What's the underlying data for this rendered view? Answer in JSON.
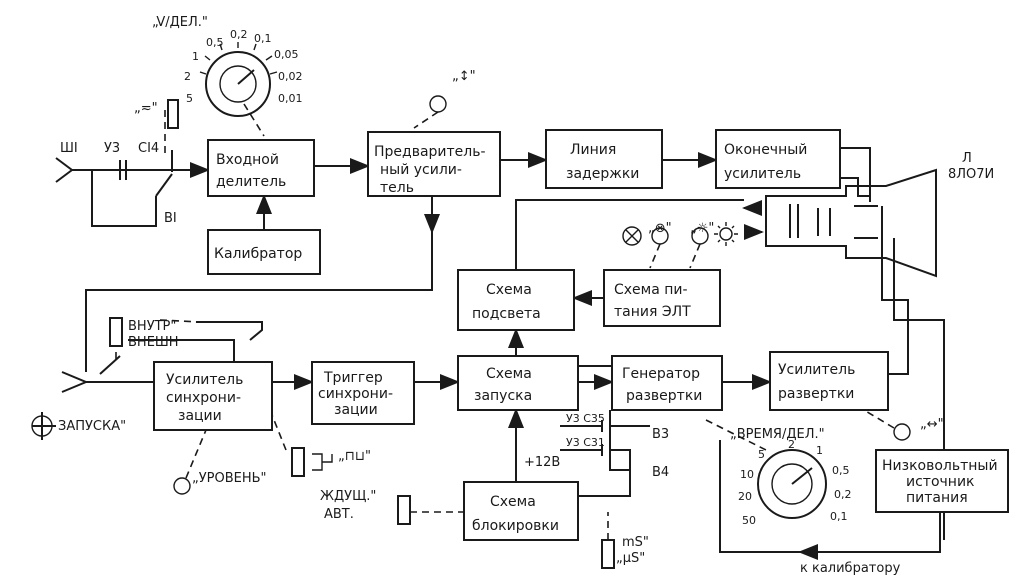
{
  "blocks": {
    "input_divider": [
      "Входной",
      "делитель"
    ],
    "calibrator": [
      "Калибратор"
    ],
    "preamp": [
      "Предваритель-",
      "ный усили-",
      "тель"
    ],
    "delay_line": [
      "Линия",
      "задержки"
    ],
    "output_amp": [
      "Оконечный",
      "усилитель"
    ],
    "unblank": [
      "Схема",
      "подсвета"
    ],
    "crt_power": [
      "Схема пи-",
      "тания ЭЛТ"
    ],
    "sync_amp": [
      "Усилитель",
      "синхрони-",
      "зации"
    ],
    "sync_trigger": [
      "Триггер",
      "синхрони-",
      "зации"
    ],
    "trigger_circuit": [
      "Схема",
      "запуска"
    ],
    "sweep_gen": [
      "Генератор",
      "развертки"
    ],
    "sweep_amp": [
      "Усилитель",
      "развертки"
    ],
    "blocking": [
      "Схема",
      "блокировки"
    ],
    "lv_supply": [
      "Низковольтный",
      "источник",
      "питания"
    ]
  },
  "labels": {
    "v_div": "„V/ДЕЛ.\"",
    "v_scale": [
      "0,5",
      "0,2",
      "0,1",
      "0,05",
      "0,02",
      "0,01",
      "1",
      "2",
      "5"
    ],
    "input": "ШI",
    "u3": "У3",
    "c14": "СI4",
    "b1": "BI",
    "coupling": "„≂\"",
    "y_shift": "„↕\"",
    "crt_name": [
      "Л",
      "8ЛО7И"
    ],
    "focus": "„⊗\"",
    "brightness": "„☼\"",
    "int_ext": [
      "ВНУТР\"",
      "ВНЕШН"
    ],
    "trigger_in": "ЗАПУСКА\"",
    "level": "„УРОВЕНЬ\"",
    "polarity": "„⊓⊔\"",
    "b3": "В3",
    "b4": "В4",
    "u3_c35": "У3 С35",
    "u3_c31": "У3 С31",
    "plus12": "+12В",
    "time_div": "„ВРЕМЯ/ДЕЛ.\"",
    "t_scale": [
      "5",
      "2",
      "1",
      "0,5",
      "0,2",
      "0,1",
      "10",
      "20",
      "50"
    ],
    "x_shift": "„↔\"",
    "mode": [
      "ЖДУЩ.\"",
      "АВТ."
    ],
    "ms_us": [
      "mS\"",
      "„μS\""
    ],
    "to_calibrator": "к калибратору"
  }
}
